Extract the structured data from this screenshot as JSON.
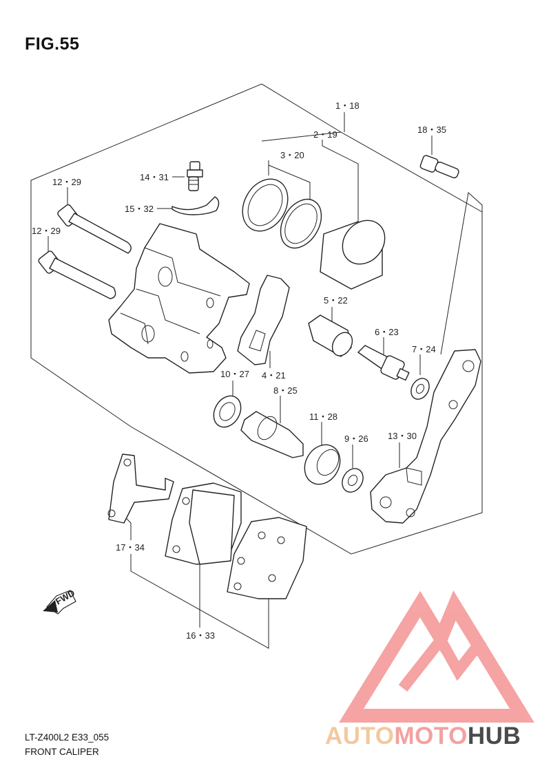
{
  "figure": {
    "title": "FIG.55"
  },
  "callouts": [
    {
      "id": "caliper-assy",
      "text": "1・18"
    },
    {
      "id": "piston",
      "text": "2・19"
    },
    {
      "id": "piston-seal-set",
      "text": "3・20"
    },
    {
      "id": "bolt-18",
      "text": "18・35"
    },
    {
      "id": "bleeder-valve",
      "text": "14・31"
    },
    {
      "id": "bleeder-cap",
      "text": "15・32"
    },
    {
      "id": "pad-pin-upper",
      "text": "12・29"
    },
    {
      "id": "pad-pin-lower",
      "text": "12・29"
    },
    {
      "id": "pad-spring",
      "text": "4・21"
    },
    {
      "id": "slide-pin",
      "text": "5・22"
    },
    {
      "id": "bolt-6",
      "text": "6・23"
    },
    {
      "id": "washer-7",
      "text": "7・24"
    },
    {
      "id": "boot-10",
      "text": "10・27"
    },
    {
      "id": "pin-8",
      "text": "8・25"
    },
    {
      "id": "boot-11",
      "text": "11・28"
    },
    {
      "id": "washer-9",
      "text": "9・26"
    },
    {
      "id": "caliper-holder",
      "text": "13・30"
    },
    {
      "id": "pad-shim",
      "text": "17・34"
    },
    {
      "id": "pad-set",
      "text": "16・33"
    }
  ],
  "fwd_marker": {
    "text": "FWD",
    "icon": "fwd-arrow-icon"
  },
  "footer": {
    "model_code": "LT-Z400L2 E33_055",
    "caption": "FRONT CALIPER"
  },
  "watermark": {
    "part1": "AUTO",
    "part2": "MOTO",
    "part3": "HUB",
    "logo": "triangle-m-logo",
    "colors": {
      "auto": "#f4c89d",
      "moto": "#f3a1a1",
      "hub": "#4a4a4a",
      "logo": "#f59a9a"
    }
  }
}
